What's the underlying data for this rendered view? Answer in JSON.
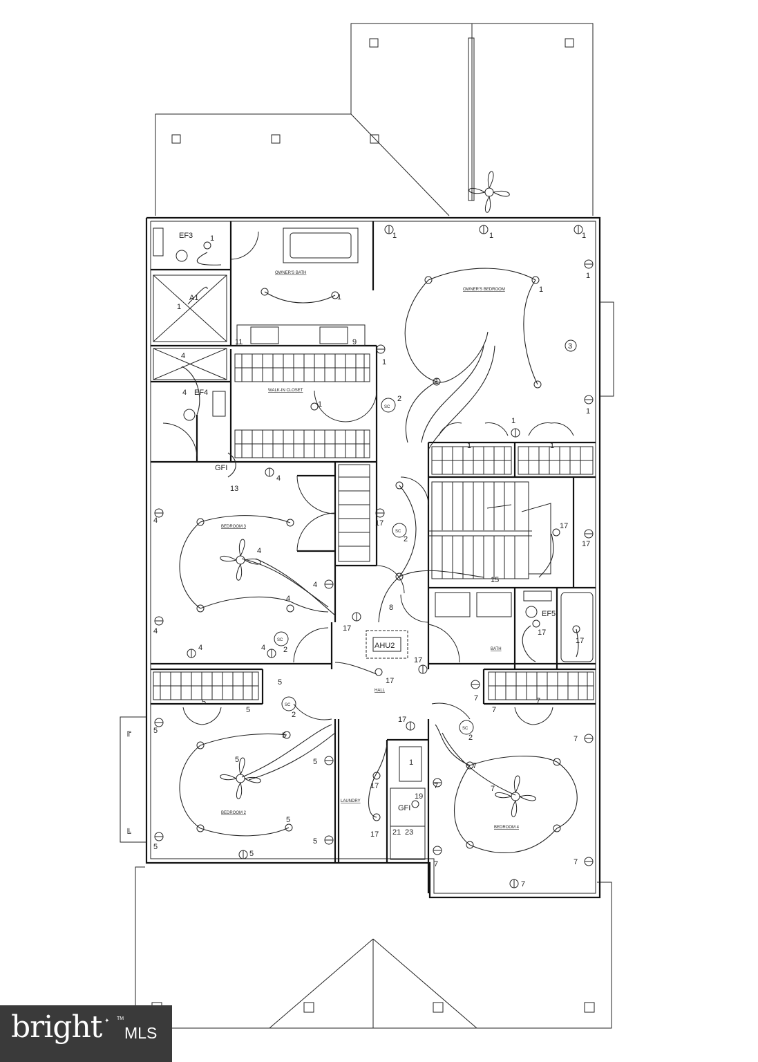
{
  "rooms": {
    "owners_bath": "OWNER'S BATH",
    "owners_bedroom": "OWNER'S BEDROOM",
    "walk_in_closet": "WALK-IN CLOSET",
    "bedroom_3": "BEDROOM 3",
    "bath": "BATH",
    "hall": "HALL",
    "bedroom_2": "BEDROOM 2",
    "laundry": "LAUNDRY",
    "bedroom_4": "BEDROOM 4"
  },
  "equipment": {
    "ef3": "EF3",
    "ef4": "EF4",
    "ef5": "EF5",
    "a1": "A1",
    "ahu2": "AHU2",
    "gfi": "GFI",
    "sc": "SC",
    "gfi_short": "GFI"
  },
  "circuit_numbers": {
    "c1": "1",
    "c2": "2",
    "c3": "3",
    "c4": "4",
    "c5": "5",
    "c7": "7",
    "c8": "8",
    "c11": "11",
    "c13": "13",
    "c15": "15",
    "c17": "17",
    "c19": "19",
    "c21": "21",
    "c23": "23",
    "c9": "9"
  },
  "watermark": {
    "brand": "bright",
    "suffix": "MLS",
    "trademark": "TM"
  }
}
